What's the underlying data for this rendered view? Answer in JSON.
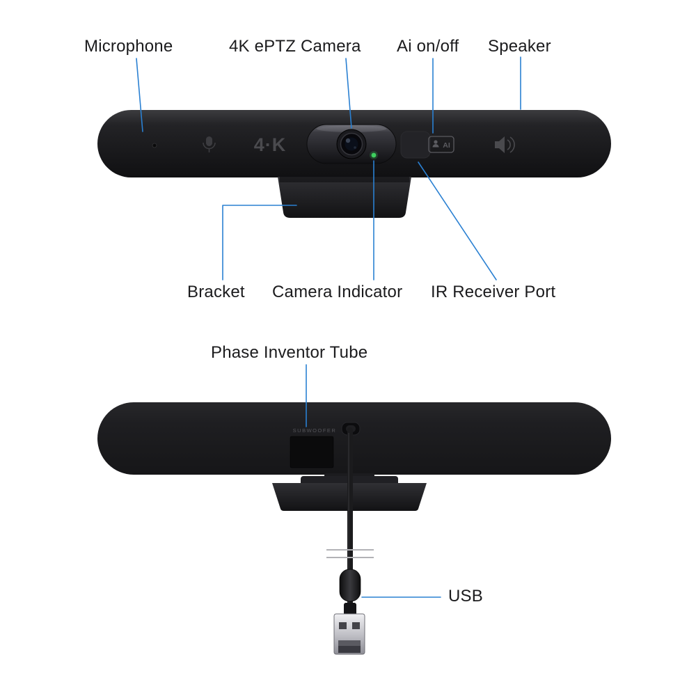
{
  "page": {
    "background": "#ffffff"
  },
  "colors": {
    "leader_line": "#2a80d2",
    "label_text": "#1b1b1d",
    "indicator_green": "#3ed05e",
    "device_body": "#1a1a1c",
    "usb_metal": "#c9c9cf"
  },
  "callouts": {
    "front": {
      "microphone": "Microphone",
      "camera": "4K ePTZ Camera",
      "ai": "Ai on/off",
      "speaker": "Speaker",
      "bracket": "Bracket",
      "camera_indicator": "Camera Indicator",
      "ir_receiver": "IR Receiver Port"
    },
    "rear": {
      "phase_inventor_tube": "Phase Inventor Tube",
      "usb": "USB"
    }
  },
  "device": {
    "badge_4k": "4·K",
    "ai_badge": "AI",
    "subwoofer_label": "SUBWOOFER"
  }
}
